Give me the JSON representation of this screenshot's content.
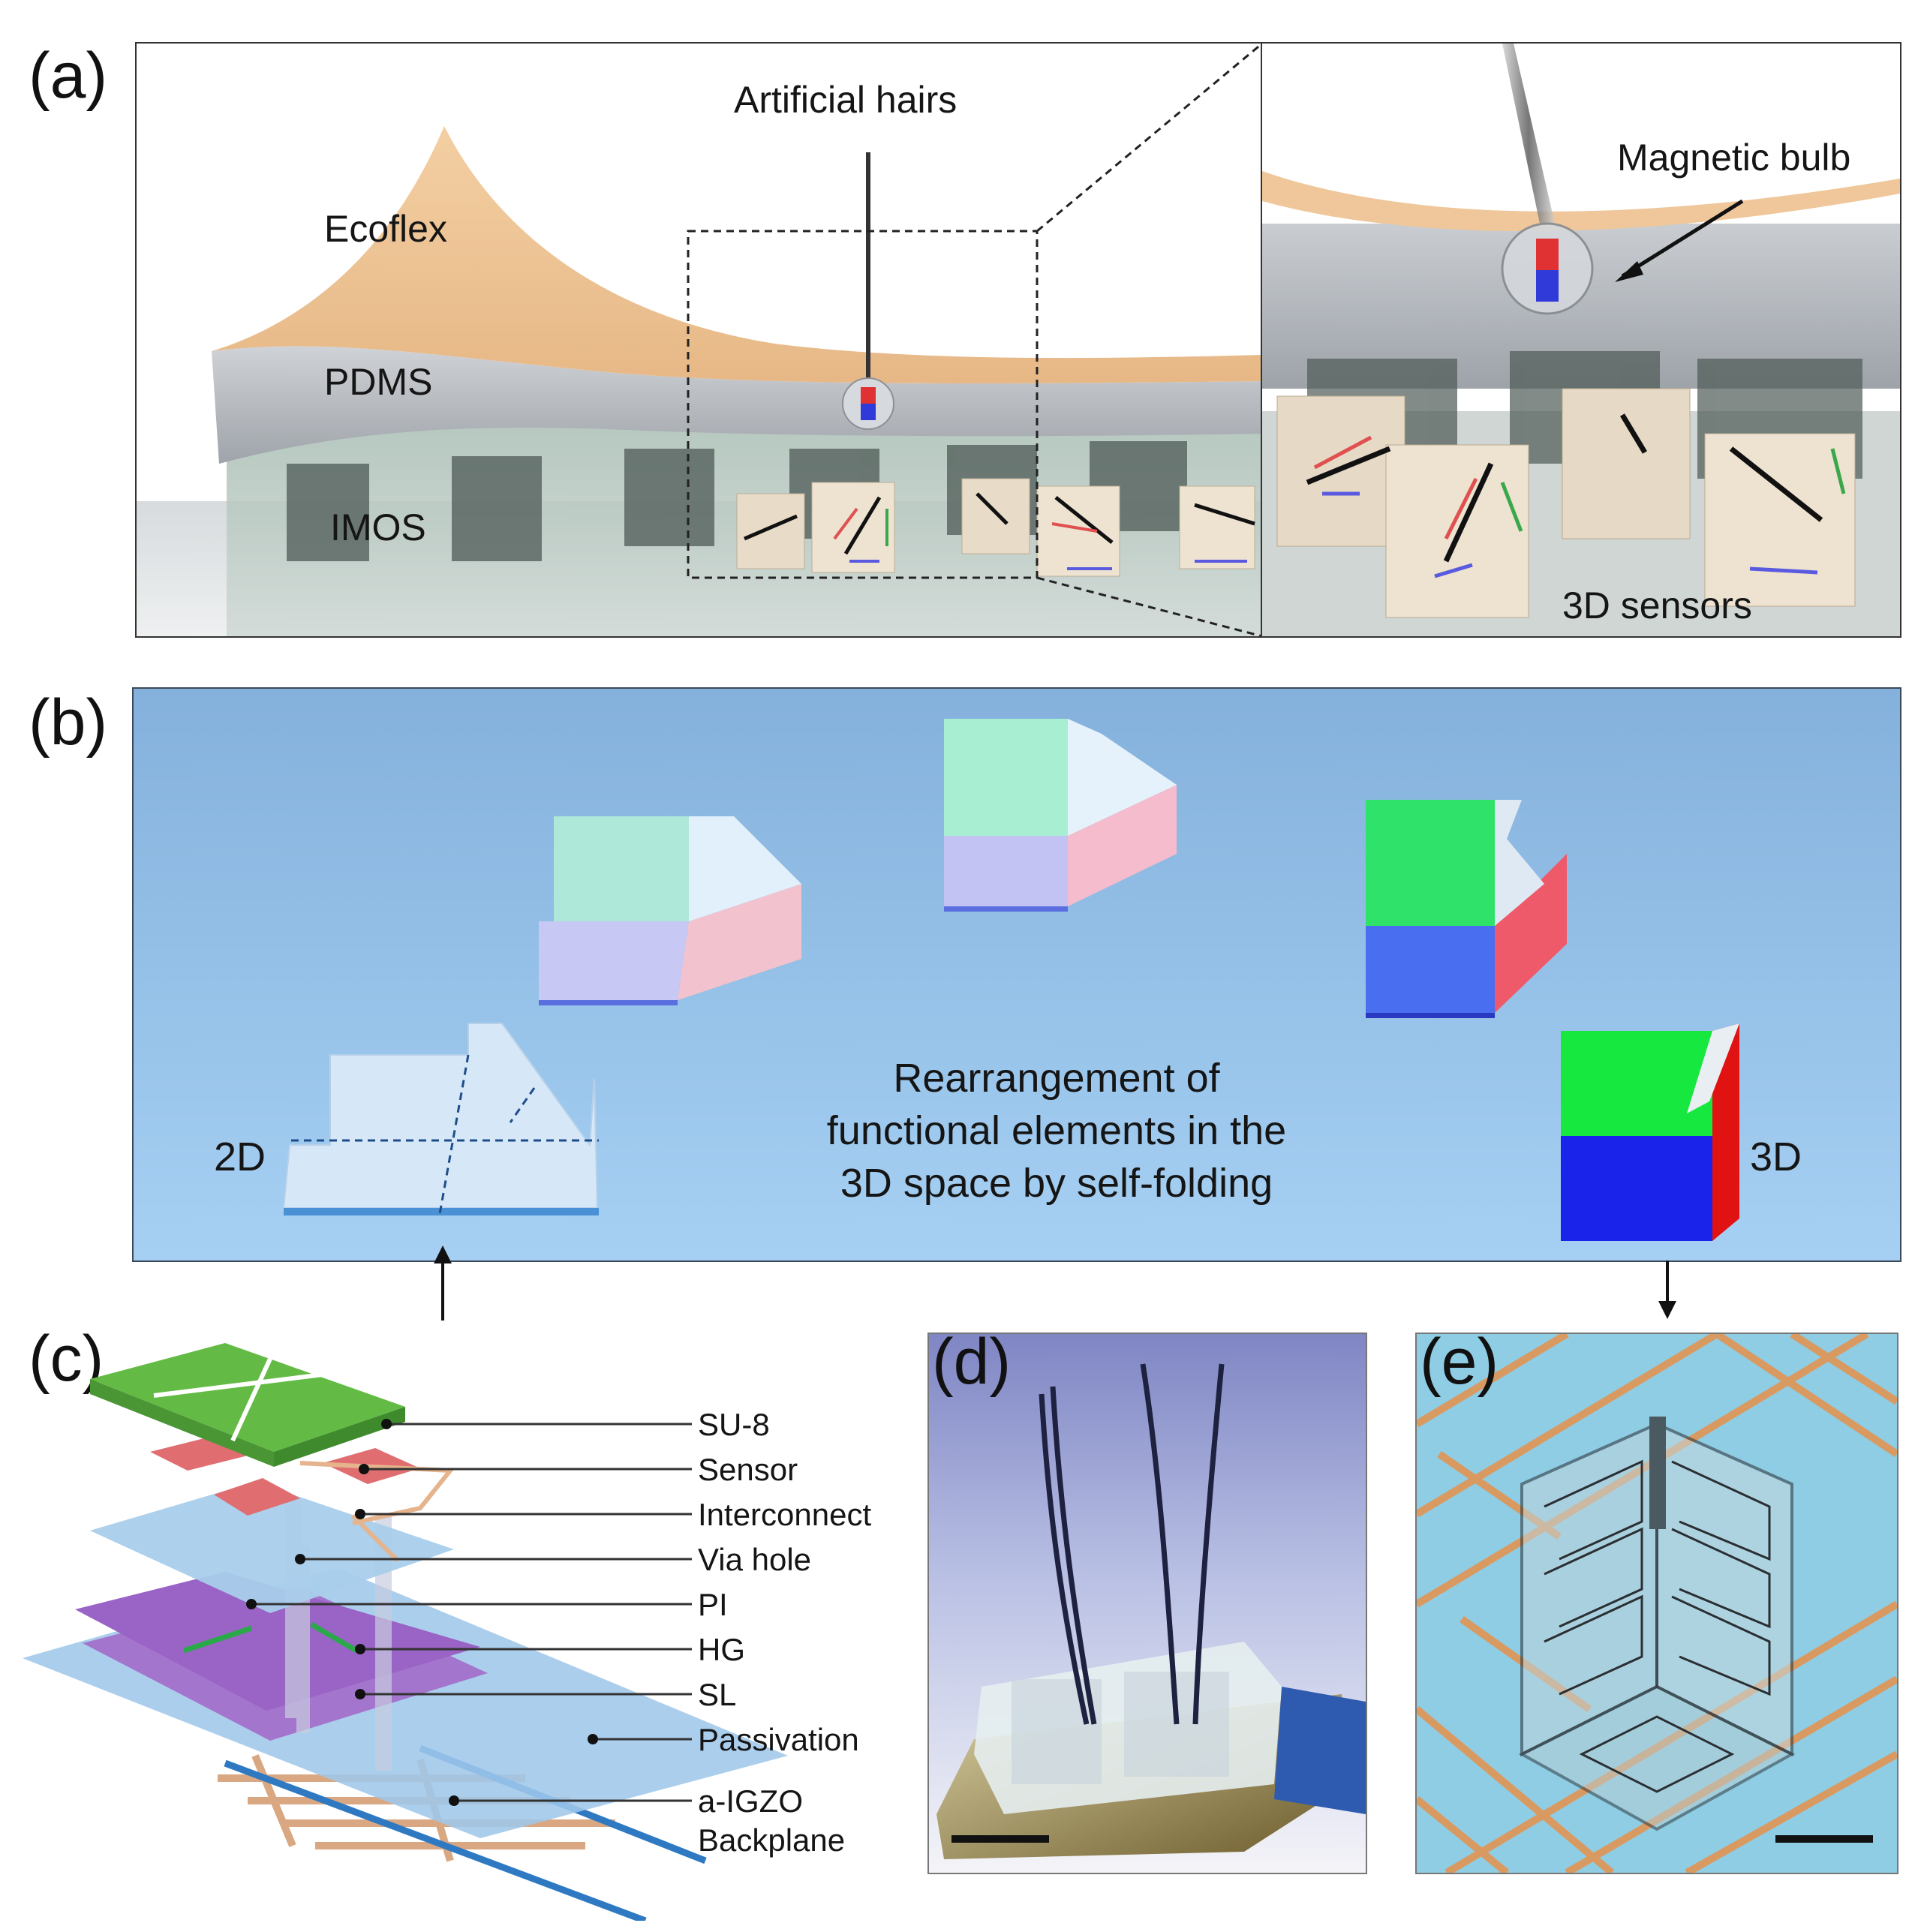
{
  "panels": {
    "a": "(a)",
    "b": "(b)",
    "c": "(c)",
    "d": "(d)",
    "e": "(e)"
  },
  "panel_a": {
    "artificial_hairs": "Artificial hairs",
    "ecoflex": "Ecoflex",
    "pdms": "PDMS",
    "imos": "IMOS",
    "magnetic_bulb": "Magnetic bulb",
    "sensors_3d": "3D sensors"
  },
  "panel_b": {
    "label_2d": "2D",
    "label_3d": "3D",
    "caption_lines": [
      "Rearrangement of",
      "functional elements in the",
      "3D space by self-folding"
    ]
  },
  "panel_c": {
    "layers": [
      "SU-8",
      "Sensor",
      "Interconnect",
      "Via hole",
      "PI",
      "HG",
      "SL",
      "Passivation",
      "a-IGZO",
      "Backplane"
    ]
  },
  "colors": {
    "ecoflex": "#efc79a",
    "pdms": "#b9bdc2",
    "panel_b_bg": "#8fbde6",
    "su8": "#6cc04a",
    "hg_sl": "#9a63c6",
    "pi": "#a9cdeb",
    "cube_green": "#22dd44",
    "cube_blue": "#1a2be0",
    "cube_red": "#e01818"
  }
}
